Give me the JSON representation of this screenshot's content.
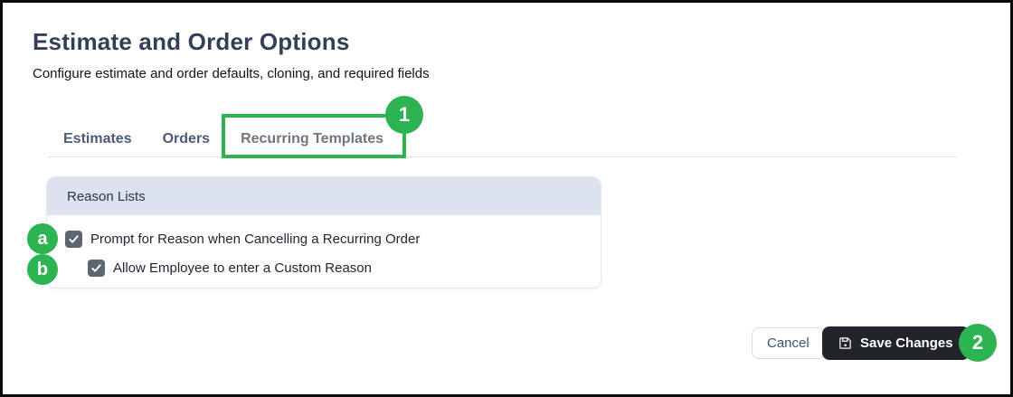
{
  "header": {
    "title": "Estimate and Order Options",
    "subtitle": "Configure estimate and order defaults, cloning, and required fields"
  },
  "tabs": [
    {
      "label": "Estimates",
      "active": false
    },
    {
      "label": "Orders",
      "active": false
    },
    {
      "label": "Recurring Templates",
      "active": true
    }
  ],
  "panel": {
    "header_label": "Reason Lists",
    "options": [
      {
        "label": "Prompt for Reason when Cancelling a Recurring Order",
        "checked": true,
        "indent": false
      },
      {
        "label": "Allow Employee to enter a Custom Reason",
        "checked": true,
        "indent": true
      }
    ]
  },
  "actions": {
    "cancel_label": "Cancel",
    "save_label": "Save Changes",
    "save_icon": "floppy-disk-icon"
  },
  "annotations": {
    "tab_badge": "1",
    "save_badge": "2",
    "row_badges": [
      "a",
      "b"
    ],
    "highlight_color": "#2db351"
  },
  "colors": {
    "annotation_green": "#2db351",
    "panel_header_bg": "#dde3ee",
    "save_button_bg": "#212529",
    "title_text": "#333f54",
    "inactive_tab_link": "#4a5b79",
    "active_tab_text": "#70767d",
    "checkbox_fill": "#5d6670",
    "page_border": "#0a0a0a"
  }
}
